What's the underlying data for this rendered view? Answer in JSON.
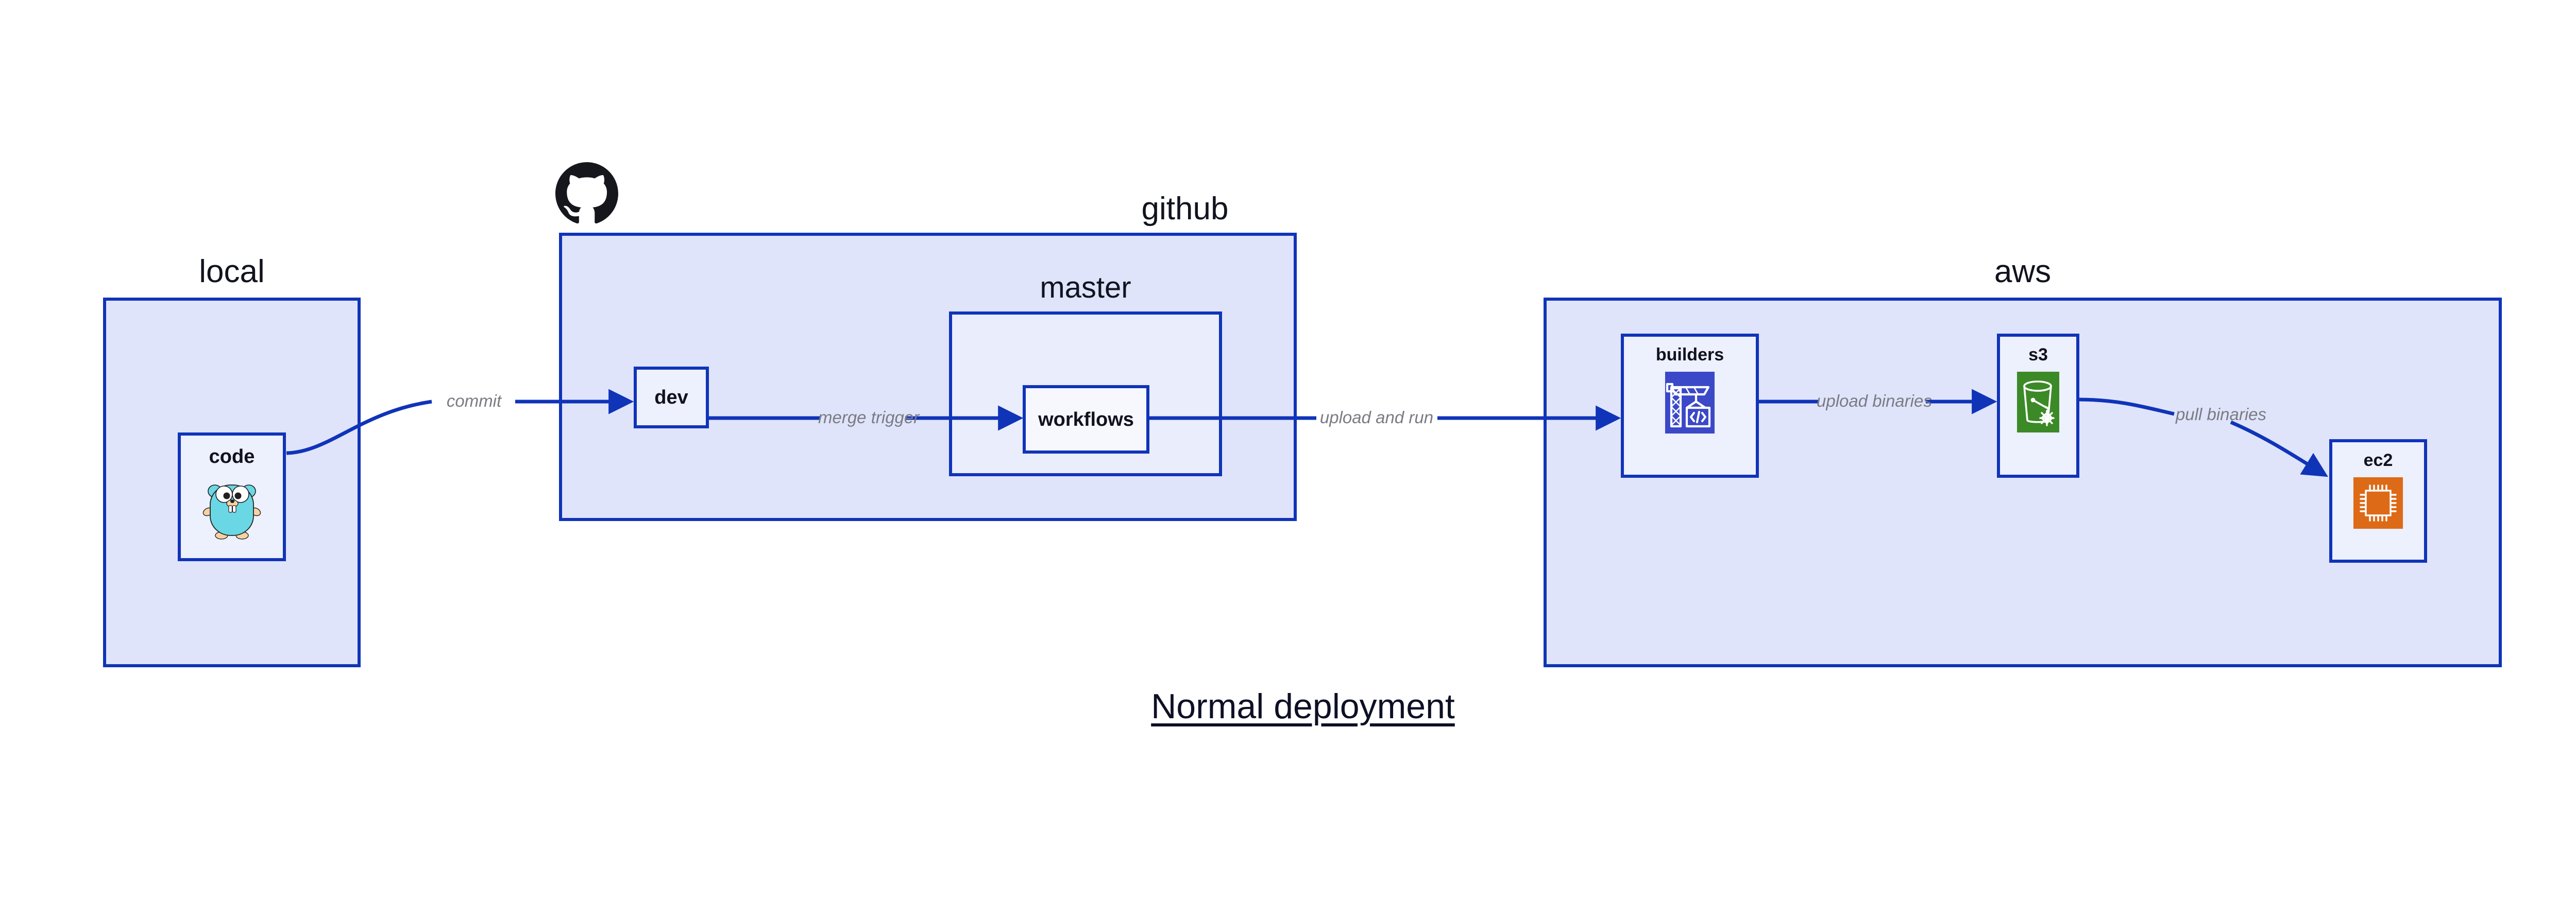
{
  "diagram": {
    "title": "Normal deployment",
    "colors": {
      "container_border": "#1034B8",
      "container_fill": "#DFE4FB",
      "subcontainer_fill": "#E9EDFC",
      "node_fill": "#EDF0FD",
      "node_fill_white": "#F7F8FE",
      "edge_stroke": "#1034B8",
      "edge_label_text": "#7B7B84",
      "title_text": "#0D1025",
      "codebuild_icon_bg": "#3B48C8",
      "s3_icon_bg": "#3C8A27",
      "ec2_icon_bg": "#DD6A17",
      "gopher_body": "#6AD7E5",
      "github_mark": "#16161D"
    }
  },
  "groups": {
    "local": {
      "label": "local"
    },
    "github": {
      "label": "github",
      "icon": "github-logo-icon"
    },
    "master": {
      "label": "master"
    },
    "aws": {
      "label": "aws"
    }
  },
  "nodes": {
    "code": {
      "label": "code",
      "icon": "go-gopher-icon"
    },
    "dev": {
      "label": "dev",
      "icon": null
    },
    "workflows": {
      "label": "workflows",
      "icon": null
    },
    "builders": {
      "label": "builders",
      "icon": "aws-codebuild-icon"
    },
    "s3": {
      "label": "s3",
      "icon": "aws-s3-glacier-icon"
    },
    "ec2": {
      "label": "ec2",
      "icon": "aws-ec2-chip-icon"
    }
  },
  "edges": [
    {
      "id": "commit",
      "from": "code",
      "to": "dev",
      "label": "commit"
    },
    {
      "id": "merge-trigger",
      "from": "dev",
      "to": "workflows",
      "label": "merge trigger"
    },
    {
      "id": "upload-and-run",
      "from": "workflows",
      "to": "builders",
      "label": "upload and run"
    },
    {
      "id": "upload-binaries",
      "from": "builders",
      "to": "s3",
      "label": "upload binaries"
    },
    {
      "id": "pull-binaries",
      "from": "s3",
      "to": "ec2",
      "label": "pull binaries"
    }
  ]
}
